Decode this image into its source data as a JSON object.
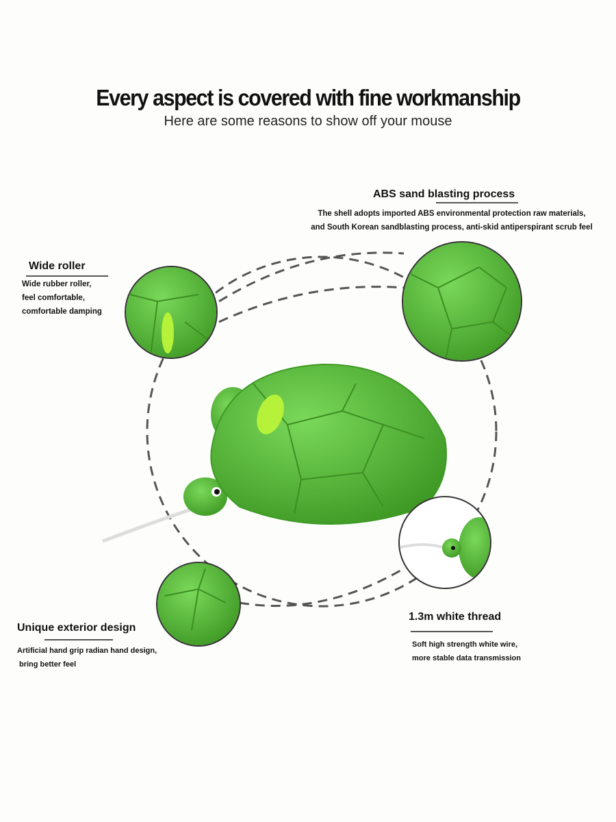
{
  "header": {
    "title": "Every aspect is covered with fine workmanship",
    "subtitle": "Here are some reasons to show off your mouse"
  },
  "features": [
    {
      "heading": "ABS sand blasting process",
      "lines": [
        "The shell adopts imported ABS environmental protection raw materials,",
        "and South Korean sandblasting process, anti-skid antiperspirant scrub feel"
      ]
    },
    {
      "heading": "Wide roller",
      "lines": [
        "Wide rubber roller,",
        "feel comfortable,",
        "comfortable damping"
      ]
    },
    {
      "heading": "Unique exterior design",
      "lines": [
        "Artificial hand grip radian hand design,",
        "bring better feel"
      ]
    },
    {
      "heading": "1.3m white thread",
      "lines": [
        "Soft high strength white wire,",
        "more stable data transmission"
      ]
    }
  ],
  "colors": {
    "shell": "#5cc43a",
    "shell_dark": "#3f9a25",
    "accent": "#b6f23a"
  }
}
